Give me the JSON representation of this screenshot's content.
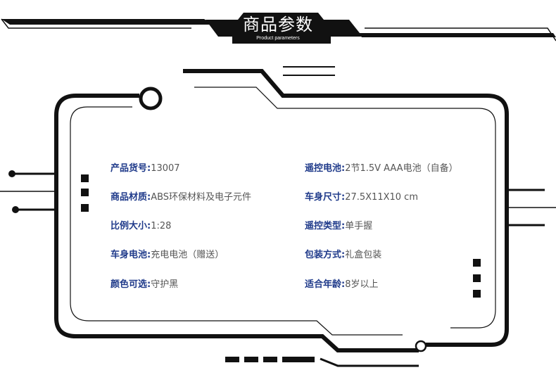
{
  "header": {
    "title": "商品参数",
    "subtitle": "Product parameters"
  },
  "colors": {
    "frame": "#111111",
    "label": "#1f3a8a",
    "value": "#555555",
    "background": "#ffffff"
  },
  "params": {
    "left": [
      {
        "label": "产品货号:",
        "value": "13007"
      },
      {
        "label": "商品材质:",
        "value": "ABS环保材料及电子元件"
      },
      {
        "label": "比例大小:",
        "value": "1:28"
      },
      {
        "label": "车身电池:",
        "value": "充电电池（赠送）"
      },
      {
        "label": "颜色可选:",
        "value": "守护黑"
      }
    ],
    "right": [
      {
        "label": "遥控电池:",
        "value": "2节1.5V AAA电池（自备）"
      },
      {
        "label": "车身尺寸:",
        "value": "27.5X11X10 cm"
      },
      {
        "label": "遥控类型:",
        "value": "单手握"
      },
      {
        "label": "包装方式:",
        "value": "礼盒包装"
      },
      {
        "label": "适合年龄:",
        "value": "8岁以上"
      }
    ]
  }
}
